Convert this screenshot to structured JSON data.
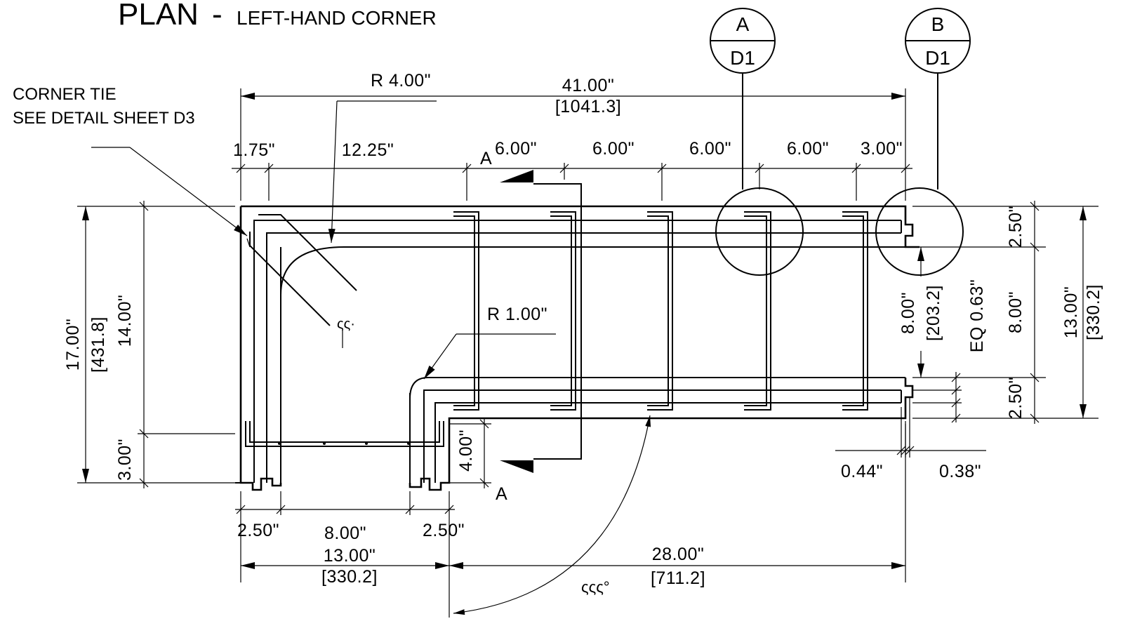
{
  "title": {
    "main": "PLAN",
    "sep": "-",
    "sub": "LEFT-HAND CORNER"
  },
  "bubbles": [
    {
      "top": "A",
      "bottom": "D1"
    },
    {
      "top": "B",
      "bottom": "D1"
    }
  ],
  "notes": {
    "corner_tie_line1": "CORNER TIE",
    "corner_tie_line2": "SEE DETAIL SHEET D3",
    "radius_outer": "R 4.00\"",
    "radius_inner": "R 1.00\"",
    "section_marker_top": "A",
    "section_marker_bottom": "A",
    "eq_label": "EQ 0.63\""
  },
  "dims_top": {
    "overall": "41.00\"",
    "overall_metric": "[1041.3]",
    "d1": "1.75\"",
    "d2": "12.25\"",
    "spacings": [
      "6.00\"",
      "6.00\"",
      "6.00\"",
      "6.00\"",
      "3.00\""
    ]
  },
  "dims_left": {
    "overall": "17.00\"",
    "overall_metric": "[431.8]",
    "inner": "14.00\"",
    "bottom": "3.00\""
  },
  "dims_right": {
    "top": "2.50\"",
    "mid": "8.00\"",
    "bottom": "2.50\"",
    "overall": "13.00\"",
    "overall_metric": "[330.2]",
    "inner": "8.00\"",
    "inner_metric": "[203.2]",
    "offset1": "0.44\"",
    "offset2": "0.38\""
  },
  "dims_bottom": {
    "leg_left": "2.50\"",
    "leg_mid": "8.00\"",
    "leg_right": "2.50\"",
    "leg_total": "13.00\"",
    "leg_total_metric": "[330.2]",
    "run": "28.00\"",
    "run_metric": "[711.2]",
    "leg_end": "4.00\""
  }
}
